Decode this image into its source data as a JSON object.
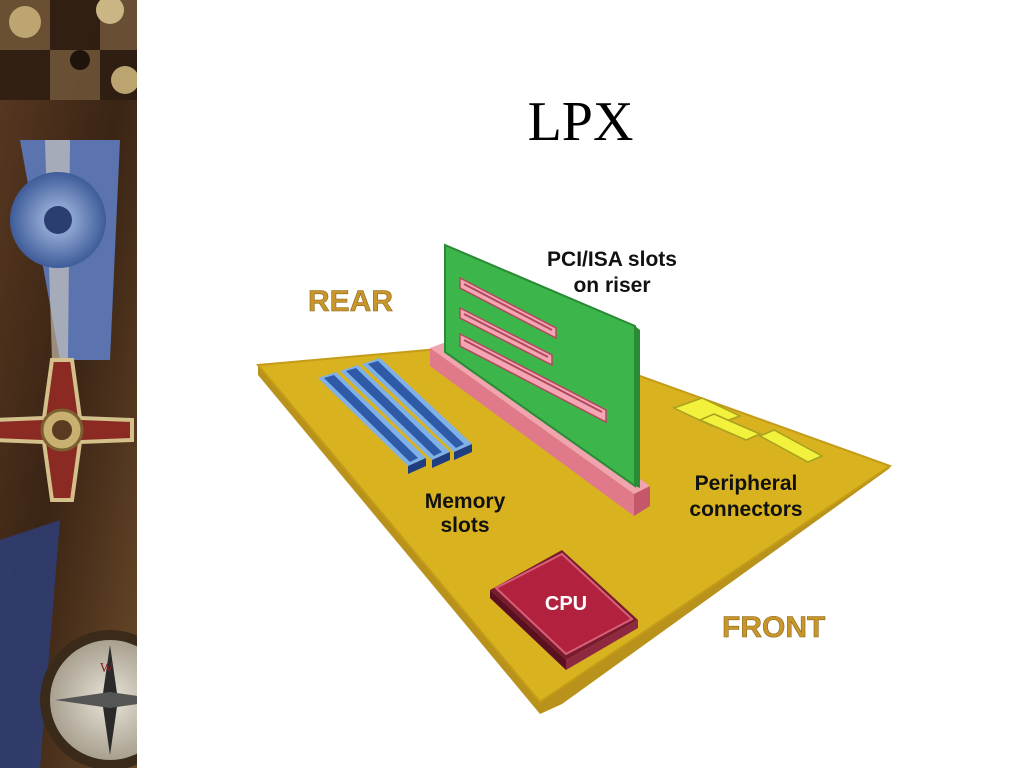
{
  "slide": {
    "title": "LPX"
  },
  "diagram": {
    "labels": {
      "rear": "REAR",
      "front": "FRONT",
      "riser_line1": "PCI/ISA slots",
      "riser_line2": "on riser",
      "memory_line1": "Memory",
      "memory_line2": "slots",
      "peripheral_line1": "Peripheral",
      "peripheral_line2": "connectors",
      "cpu": "CPU"
    },
    "colors": {
      "board": "#d9b21f",
      "board_edge": "#b8921a",
      "riser": "#3cb54a",
      "riser_base": "#e07a8a",
      "slot": "#f4a6b4",
      "memory": "#2e5aa8",
      "memory_light": "#7fb0e8",
      "peripheral": "#f2f23c",
      "cpu": "#b2223e",
      "direction_label": "#c8962a"
    }
  }
}
